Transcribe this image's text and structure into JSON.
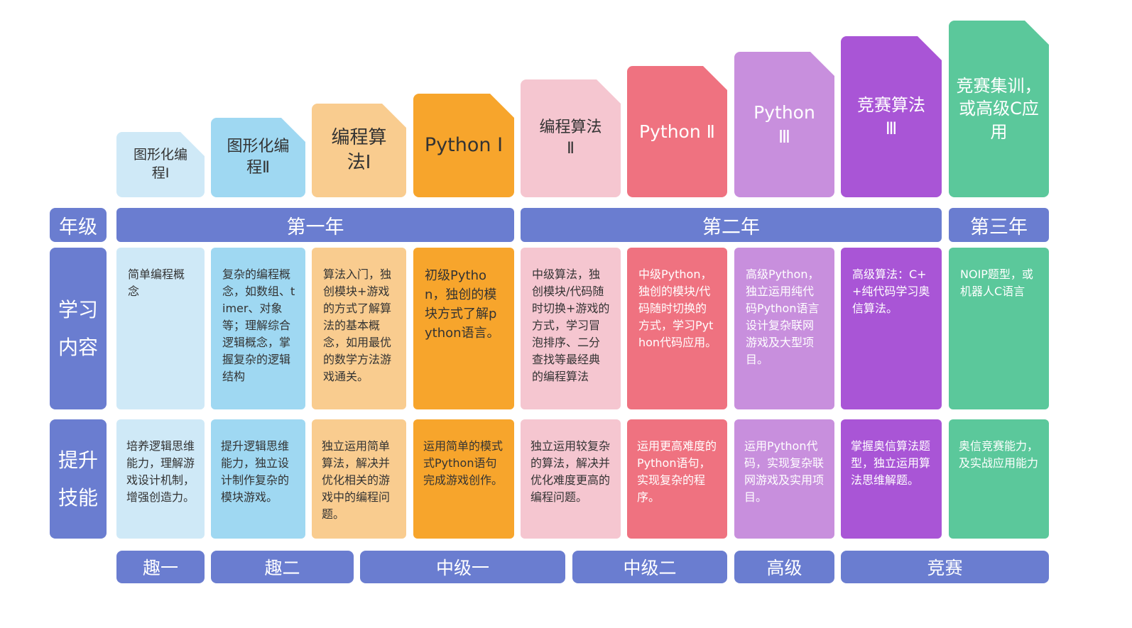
{
  "courses": [
    {
      "name": "图形化编\n程Ⅰ",
      "color": "#cfe9f7",
      "text_color": "#333333"
    },
    {
      "name": "图形化编\n程Ⅱ",
      "color": "#9fd8f2",
      "text_color": "#333333"
    },
    {
      "name": "编程算\n法Ⅰ",
      "color": "#f9cc8f",
      "text_color": "#333333"
    },
    {
      "name": "Python Ⅰ",
      "color": "#f7a52c",
      "text_color": "#333333"
    },
    {
      "name": "编程算法\nⅡ",
      "color": "#f5c6d0",
      "text_color": "#333333"
    },
    {
      "name": "Python Ⅱ",
      "color": "#ef7280",
      "text_color": "#ffffff"
    },
    {
      "name": "Python\nⅢ",
      "color": "#c88fdd",
      "text_color": "#ffffff"
    },
    {
      "name": "竞赛算法\nⅢ",
      "color": "#a955d6",
      "text_color": "#ffffff"
    },
    {
      "name": "竞赛集训，\n或高级C应\n用",
      "color": "#5bc89b",
      "text_color": "#ffffff"
    }
  ],
  "row_labels": {
    "grade": "年级",
    "content": "学习\n内容",
    "skills": "提升\n技能"
  },
  "years": [
    "第一年",
    "第二年",
    "第三年"
  ],
  "content": [
    "简单编程概念",
    "复杂的编程概念，如数组、timer、对象等；理解综合逻辑概念，掌握复杂的逻辑结构",
    "算法入门，独创模块+游戏的方式了解算法的基本概念，如用最优的数学方法游戏通关。",
    "初级Python，独创的模块方式了解python语言。",
    "中级算法，独创模块/代码随时切换+游戏的方式，学习冒泡排序、二分查找等最经典的编程算法",
    "中级Python，独创的模块/代码随时切换的方式，学习Python代码应用。",
    "高级Python，独立运用纯代码Python语言设计复杂联网游戏及大型项目。",
    "高级算法：C++纯代码学习奥信算法。",
    "NOIP题型，或机器人C语言"
  ],
  "skills": [
    "培养逻辑思维能力，理解游戏设计机制，增强创造力。",
    "提升逻辑思维能力，独立设计制作复杂的模块游戏。",
    "独立运用简单算法，解决并优化相关的游戏中的编程问题。",
    "运用简单的模式式Python语句完成游戏创作。",
    "独立运用较复杂的算法，解决并优化难度更高的编程问题。",
    "运用更高难度的Python语句，实现复杂的程序。",
    "运用Python代码，实现复杂联网游戏及实用项目。",
    "掌握奥信算法题型，独立运用算法思维解题。",
    "奥信竞赛能力，及实战应用能力"
  ],
  "levels": [
    "趣一",
    "趣二",
    "中级一",
    "中级二",
    "高级",
    "竞赛"
  ]
}
